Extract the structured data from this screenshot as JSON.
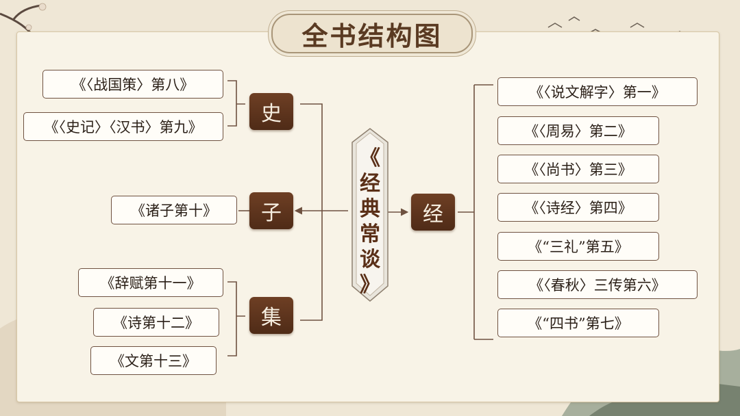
{
  "title": "全书结构图",
  "center": {
    "chars": [
      "《",
      "经",
      "典",
      "常",
      "谈",
      "》"
    ]
  },
  "categories": {
    "shi": "史",
    "zi": "子",
    "ji": "集",
    "jing": "经"
  },
  "books": {
    "shi": [
      "《〈战国策〉第八》",
      "《〈史记〉〈汉书〉第九》"
    ],
    "zi": [
      "《诸子第十》"
    ],
    "ji": [
      "《辞赋第十一》",
      "《诗第十二》",
      "《文第十三》"
    ],
    "jing": [
      "《〈说文解字〉第一》",
      "《〈周易〉第二》",
      "《〈尚书〉第三》",
      "《〈诗经〉第四》",
      "《“三礼”第五》",
      "《〈春秋〉三传第六》",
      "《“四书”第七》"
    ]
  },
  "colors": {
    "brown_dark": "#4f2b17",
    "brown_line": "#6e5140",
    "paper": "#f8f3e7",
    "background": "#efe7d6"
  }
}
